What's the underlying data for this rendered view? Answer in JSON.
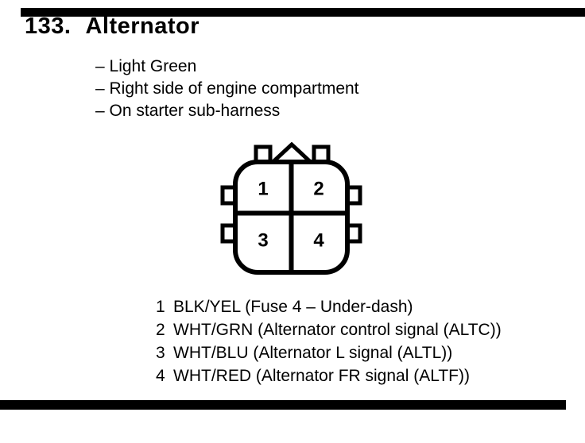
{
  "page": {
    "number": "133.",
    "title": "Alternator"
  },
  "notes": [
    "– Light Green",
    "– Right side of engine compartment",
    "– On starter sub-harness"
  ],
  "connector": {
    "type": "4-cavity-connector-front-view",
    "cavities": [
      "1",
      "2",
      "3",
      "4"
    ]
  },
  "pins": [
    {
      "num": "1",
      "desc": "BLK/YEL (Fuse 4 – Under-dash)"
    },
    {
      "num": "2",
      "desc": "WHT/GRN (Alternator control signal (ALTC))"
    },
    {
      "num": "3",
      "desc": "WHT/BLU (Alternator L signal (ALTL))"
    },
    {
      "num": "4",
      "desc": "WHT/RED (Alternator FR signal (ALTF))"
    }
  ],
  "colors": {
    "ink": "#000000",
    "paper": "#ffffff"
  }
}
